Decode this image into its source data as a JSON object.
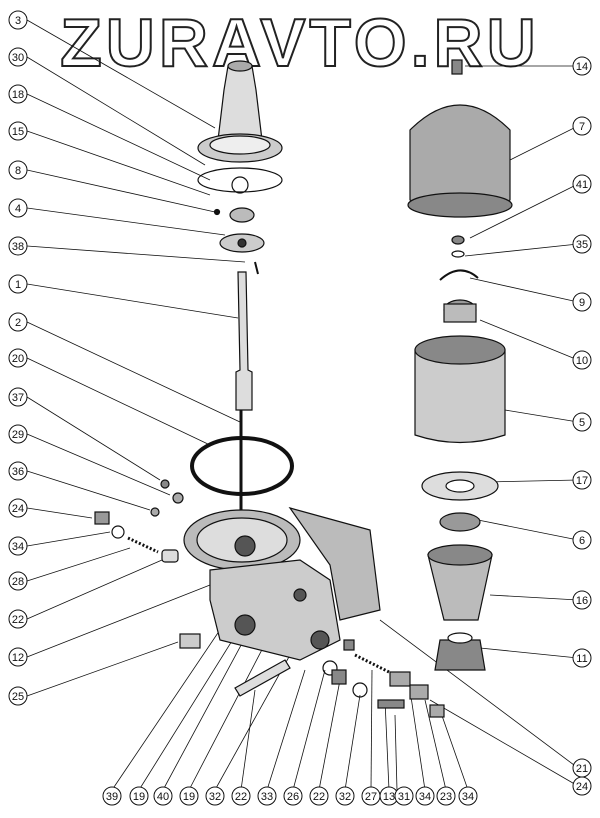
{
  "watermark": {
    "text": "ZURAVTO.RU"
  },
  "callouts_left": [
    "3",
    "30",
    "18",
    "15",
    "8",
    "4",
    "38",
    "1",
    "2",
    "20",
    "37",
    "29",
    "36",
    "24",
    "34",
    "28",
    "22",
    "12",
    "25"
  ],
  "callouts_right": [
    "14",
    "7",
    "41",
    "35",
    "9",
    "10",
    "5",
    "17",
    "6",
    "16",
    "11",
    "21",
    "24"
  ],
  "callouts_bottom": [
    "39",
    "19",
    "40",
    "19",
    "32",
    "22",
    "33",
    "26",
    "22",
    "32",
    "27",
    "13",
    "31",
    "34",
    "23",
    "34"
  ]
}
